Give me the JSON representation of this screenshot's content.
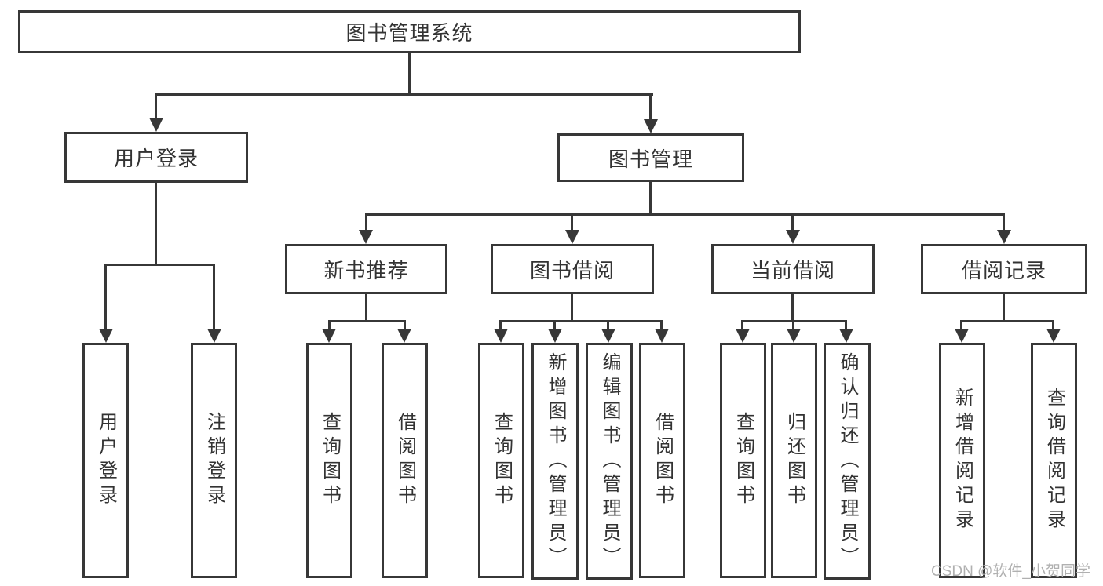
{
  "tree": {
    "root": {
      "label": "图书管理系统"
    },
    "level2": [
      {
        "label": "用户登录"
      },
      {
        "label": "图书管理"
      }
    ],
    "level3": [
      {
        "label": "新书推荐"
      },
      {
        "label": "图书借阅"
      },
      {
        "label": "当前借阅"
      },
      {
        "label": "借阅记录"
      }
    ],
    "leaves": {
      "user_login": [
        {
          "label": "用户登录"
        },
        {
          "label": "注销登录"
        }
      ],
      "new_book_recommend": [
        {
          "label": "查询图书"
        },
        {
          "label": "借阅图书"
        }
      ],
      "book_borrowing": [
        {
          "label": "查询图书"
        },
        {
          "label": "新增图书（管理员）"
        },
        {
          "label": "编辑图书（管理员）"
        },
        {
          "label": "借阅图书"
        }
      ],
      "current_borrowing": [
        {
          "label": "查询图书"
        },
        {
          "label": "归还图书"
        },
        {
          "label": "确认归还（管理员）"
        }
      ],
      "borrowing_records": [
        {
          "label": "新增借阅记录"
        },
        {
          "label": "查询借阅记录"
        }
      ]
    }
  },
  "watermark": "CSDN @软件_小贺同学",
  "colors": {
    "line": "#373737",
    "text": "#333333",
    "box_background": "#ffffff",
    "page_background": "#ffffff",
    "watermark": "#b0b0b0"
  }
}
